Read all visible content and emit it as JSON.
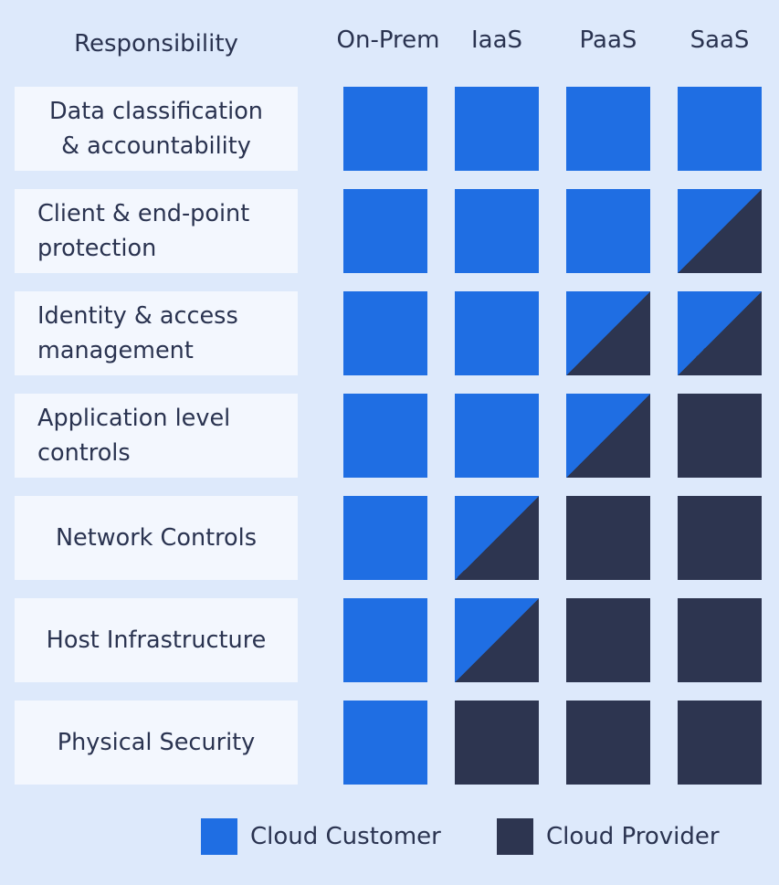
{
  "colors": {
    "background": "#dde9fb",
    "label_bg": "#f3f7fe",
    "customer": "#1f6ee3",
    "provider": "#2d3550",
    "text": "#2a3350"
  },
  "header": {
    "responsibility": "Responsibility",
    "columns": [
      "On-Prem",
      "IaaS",
      "PaaS",
      "SaaS"
    ]
  },
  "rows": [
    {
      "label": "Data classification\n& accountability",
      "cells": [
        "customer",
        "customer",
        "customer",
        "customer"
      ]
    },
    {
      "label": "Client & end-point\nprotection",
      "cells": [
        "customer",
        "customer",
        "customer",
        "shared"
      ]
    },
    {
      "label": "Identity & access\nmanagement",
      "cells": [
        "customer",
        "customer",
        "shared",
        "shared"
      ]
    },
    {
      "label": "Application level\ncontrols",
      "cells": [
        "customer",
        "customer",
        "shared",
        "provider"
      ]
    },
    {
      "label": "Network Controls",
      "cells": [
        "customer",
        "shared",
        "provider",
        "provider"
      ]
    },
    {
      "label": "Host Infrastructure",
      "cells": [
        "customer",
        "shared",
        "provider",
        "provider"
      ]
    },
    {
      "label": "Physical Security",
      "cells": [
        "customer",
        "provider",
        "provider",
        "provider"
      ]
    }
  ],
  "legend": {
    "customer": "Cloud Customer",
    "provider": "Cloud Provider"
  }
}
